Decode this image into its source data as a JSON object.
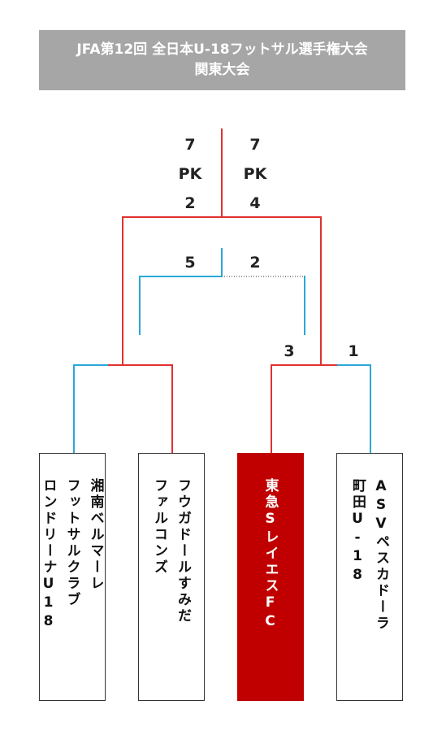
{
  "title": {
    "line1": "JFA第12回 全日本U-18フットサル選手権大会",
    "line2": "関東大会"
  },
  "final": {
    "left_score": "7",
    "left_pk_label": "PK",
    "left_pk": "2",
    "right_score": "7",
    "right_pk_label": "PK",
    "right_pk": "4"
  },
  "third_place": {
    "left_score": "5",
    "right_score": "2"
  },
  "semifinals": {
    "left_score": "",
    "right_left_score": "3",
    "right_right_score": "1"
  },
  "teams": [
    {
      "line1": "湘南ベルマーレ",
      "line2": "フットサルクラブ",
      "line3": "ロンドリーナU18"
    },
    {
      "line1": "フウガドールすみだ",
      "line2": "ファルコンズ"
    },
    {
      "line1": "東急SレイエスFC"
    },
    {
      "line1": "ASVペスカドーラ",
      "line2": "町田U-18"
    }
  ],
  "colors": {
    "winner_line": "#e03030",
    "loser_line": "#2aa8d8",
    "winner_box": "#c00000",
    "title_bg": "#a6a6a6"
  }
}
